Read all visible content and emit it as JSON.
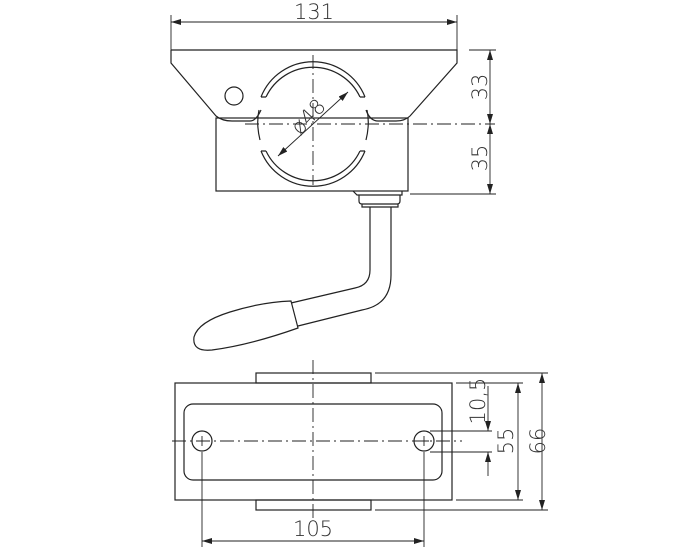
{
  "drawing": {
    "dimensions": {
      "top_width": "131",
      "bore_diameter": "ø48",
      "upper_height": "33",
      "lower_height": "35",
      "hole_spacing": "105",
      "hole_diameter": "10,5",
      "inner_width": "55",
      "outer_width": "66"
    },
    "line_color": "#222222"
  }
}
